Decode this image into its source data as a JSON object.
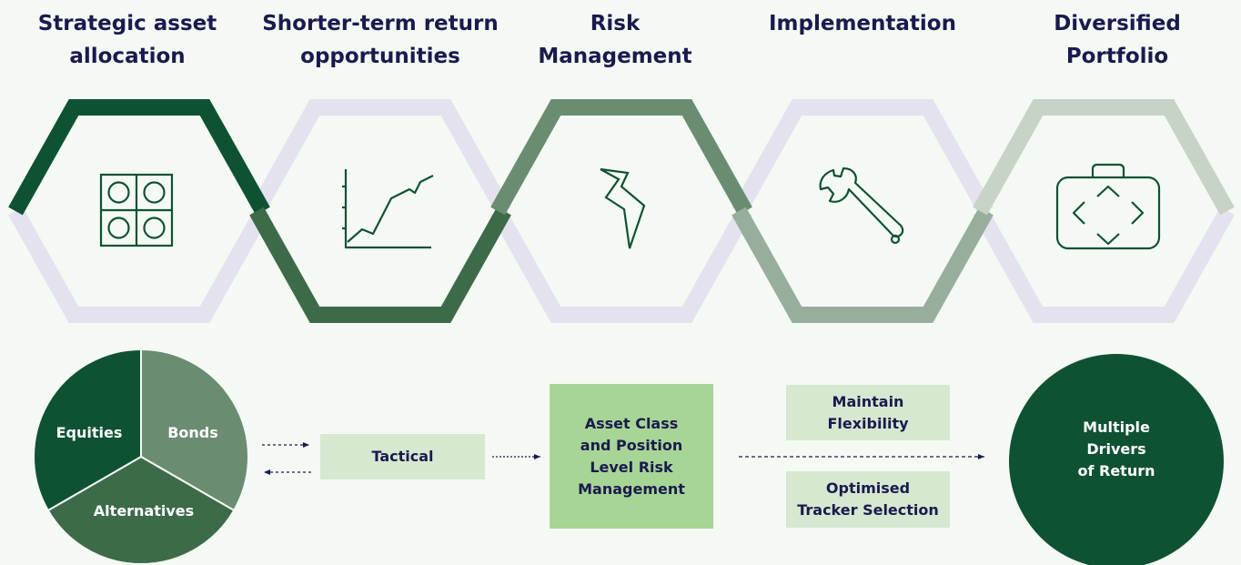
{
  "stages": [
    {
      "title_lines": [
        "Strategic asset",
        "allocation"
      ],
      "icon": "grid-circles-icon"
    },
    {
      "title_lines": [
        "Shorter-term return",
        "opportunities"
      ],
      "icon": "line-chart-icon"
    },
    {
      "title_lines": [
        "Risk",
        "Management"
      ],
      "icon": "lightning-icon"
    },
    {
      "title_lines": [
        "Implementation"
      ],
      "icon": "wrench-icon"
    },
    {
      "title_lines": [
        "Diversified",
        "Portfolio"
      ],
      "icon": "briefcase-icon"
    }
  ],
  "allocation_pie": {
    "slices": [
      {
        "label": "Bonds",
        "share": 0.3333,
        "color": "#6a8d72"
      },
      {
        "label": "Alternatives",
        "share": 0.3333,
        "color": "#3d6b4a"
      },
      {
        "label": "Equities",
        "share": 0.3334,
        "color": "#0f5233"
      }
    ]
  },
  "tactical": {
    "label": "Tactical"
  },
  "risk_box": {
    "lines": [
      "Asset Class",
      "and Position",
      "Level Risk",
      "Management"
    ]
  },
  "implementation_boxes": [
    {
      "lines": [
        "Maintain",
        "Flexibility"
      ]
    },
    {
      "lines": [
        "Optimised",
        "Tracker Selection"
      ]
    }
  ],
  "outcome": {
    "lines": [
      "Multiple",
      "Drivers",
      "of Return"
    ]
  },
  "colors": {
    "title": "#1a1a4e",
    "hex_lavender": "#e3e2ee",
    "hex_1": "#0f5233",
    "hex_2": "#3d6b4a",
    "hex_3": "#6a8d72",
    "hex_4": "#98ae9c",
    "hex_5": "#c7d3c7",
    "icon": "#0f5233",
    "box_light": "#d6e8d0",
    "box_strong": "#a7d596",
    "arrow": "#1a1a4e"
  }
}
